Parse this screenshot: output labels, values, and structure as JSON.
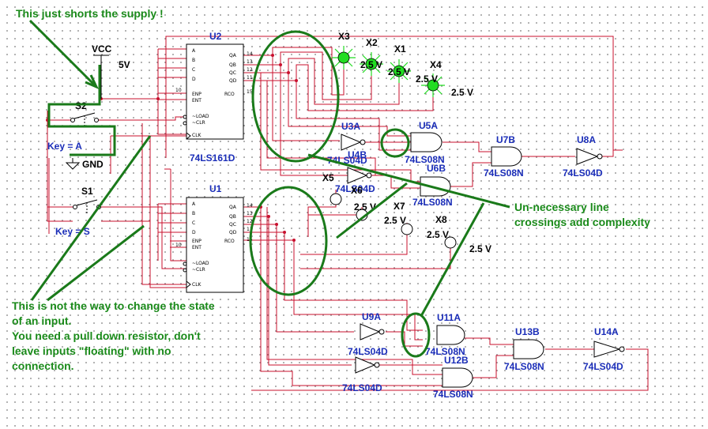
{
  "notes": {
    "top": "This just shorts the supply !",
    "right_line1": "Un-necessary line",
    "right_line2": "crossings add complexity",
    "bottom_line1": "This is not the way to change the state",
    "bottom_line2": "of an input.",
    "bottom_line3": "You need a pull down resistor, don't",
    "bottom_line4": "leave inputs \"floating\" with no",
    "bottom_line5": "connection."
  },
  "power": {
    "vcc": "VCC",
    "vcc_value": "5V",
    "gnd": "GND"
  },
  "switches": {
    "s2": {
      "ref": "S2",
      "key": "Key = A"
    },
    "s1": {
      "ref": "S1",
      "key": "Key = S"
    }
  },
  "counters": {
    "u2": {
      "ref": "U2",
      "part": "74LS161D"
    },
    "u1": {
      "ref": "U1",
      "part": "74LS161D"
    },
    "pins_left": [
      "A",
      "B",
      "C",
      "D",
      "ENP",
      "ENT",
      "~LOAD",
      "~CLR",
      "CLK"
    ],
    "pins_right": [
      "QA",
      "QB",
      "QC",
      "QD",
      "RCO"
    ],
    "pin_numbers_right": [
      "14",
      "13",
      "12",
      "11",
      "15"
    ],
    "pin_number_enp": "10"
  },
  "probes": [
    {
      "ref": "X3",
      "value": "",
      "lit": true
    },
    {
      "ref": "X2",
      "value": "2.5 V",
      "lit": true
    },
    {
      "ref": "X1",
      "value": "2.5 V",
      "lit": true
    },
    {
      "ref": "X4",
      "value": "2.5 V",
      "lit": true
    },
    {
      "ref": "X5",
      "value": "",
      "lit": false
    },
    {
      "ref": "X6",
      "value": "2.5 V",
      "lit": false
    },
    {
      "ref": "X7",
      "value": "2.5 V",
      "lit": false
    },
    {
      "ref": "X8",
      "value": "2.5 V",
      "lit": false
    }
  ],
  "probe_x4_extra_value": "2.5 V",
  "gates": {
    "u3a": {
      "ref": "U3A",
      "part": "74LS04D"
    },
    "u4b": {
      "ref": "U4B",
      "part": "74LS04D"
    },
    "u5a": {
      "ref": "U5A",
      "part": "74LS08N"
    },
    "u6b": {
      "ref": "U6B",
      "part": "74LS08N"
    },
    "u7b": {
      "ref": "U7B",
      "part": "74LS08N"
    },
    "u8a": {
      "ref": "U8A",
      "part": "74LS04D"
    },
    "u9a": {
      "ref": "U9A",
      "part": "74LS04D"
    },
    "u10": {
      "ref": "",
      "part": "74LS04D"
    },
    "u11a": {
      "ref": "U11A",
      "part": "74LS08N"
    },
    "u12b": {
      "ref": "U12B",
      "part": "74LS08N"
    },
    "u13b": {
      "ref": "U13B",
      "part": "74LS08N"
    },
    "u14a": {
      "ref": "U14A",
      "part": "74LS04D"
    }
  },
  "colors": {
    "wire": "#c8102e",
    "annotation": "#1a7a1a",
    "label": "#1a2db8",
    "probe_on": "#22dd22"
  }
}
